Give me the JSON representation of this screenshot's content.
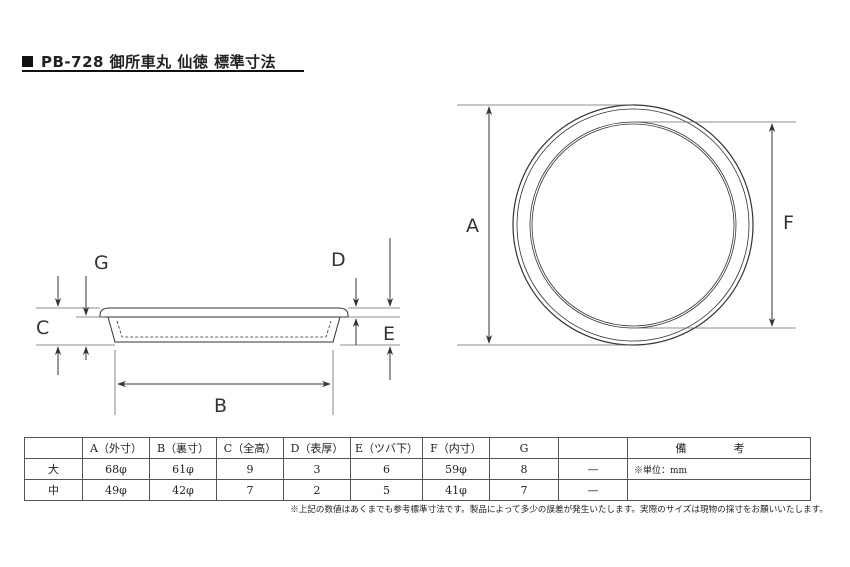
{
  "title": "PB-728 御所車丸 仙徳 標準寸法",
  "dimension_labels": {
    "a": "A",
    "b": "B",
    "c": "C",
    "d": "D",
    "e": "E",
    "f": "F",
    "g": "G"
  },
  "table": {
    "headers": [
      "",
      "A（外寸）",
      "B（裏寸）",
      "C（全高）",
      "D（表厚）",
      "E（ツバ下）",
      "F（内寸）",
      "G",
      "",
      "備　考"
    ],
    "rows": [
      {
        "label": "大",
        "cells": [
          "68φ",
          "61φ",
          "9",
          "3",
          "6",
          "59φ",
          "8",
          "—"
        ]
      },
      {
        "label": "中",
        "cells": [
          "49φ",
          "42φ",
          "7",
          "2",
          "5",
          "41φ",
          "7",
          "—"
        ]
      }
    ],
    "notes_header": "備　考",
    "notes": "※単位：mm"
  },
  "footnote": "※上記の数値はあくまでも参考標準寸法です。製品によって多少の誤差が発生いたします。実際のサイズは現物の採寸をお願いいたします。",
  "colors": {
    "line": "#333333",
    "text": "#222222",
    "background": "#ffffff"
  }
}
